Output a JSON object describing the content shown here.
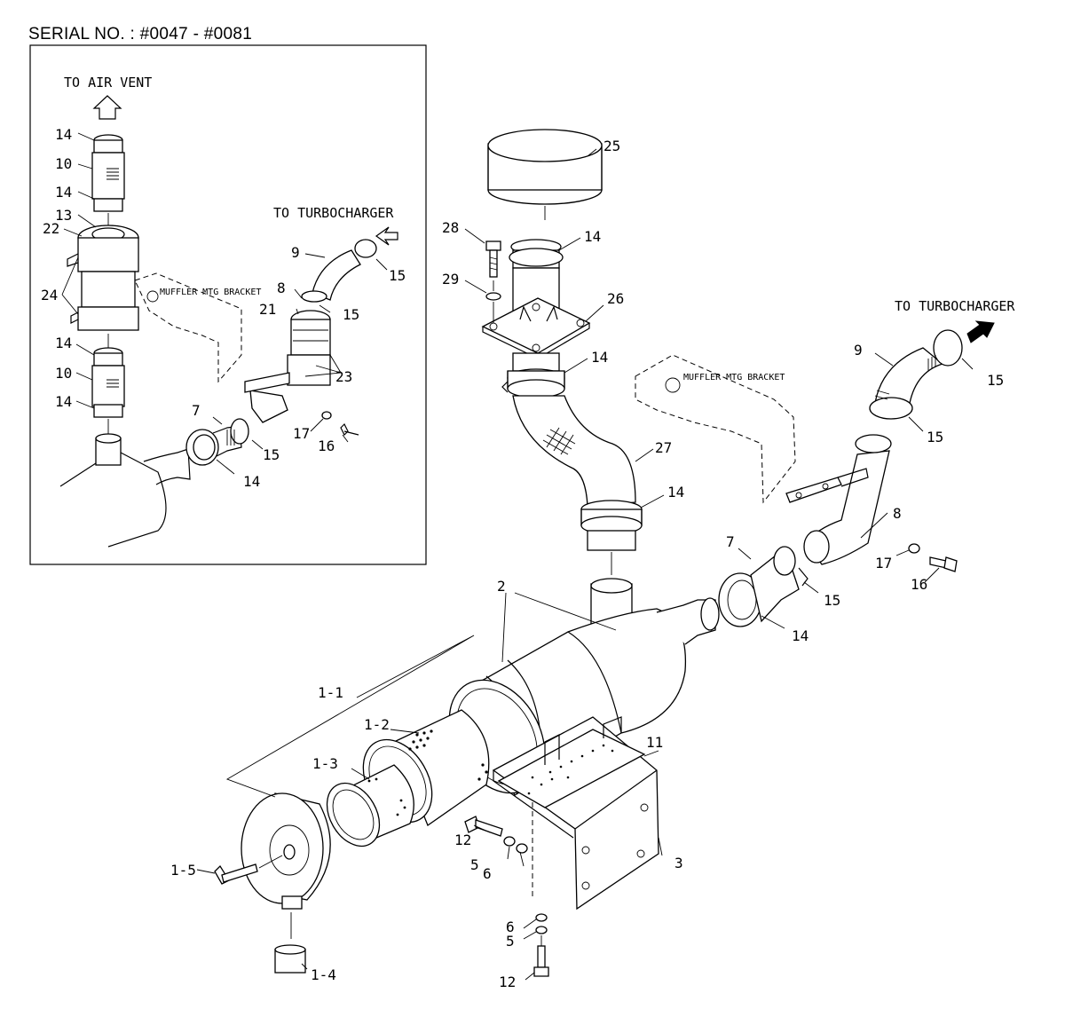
{
  "header": {
    "serial": "SERIAL NO. : #0047 - #0081"
  },
  "notes": {
    "to_air_vent": "TO AIR VENT",
    "to_turbo_inset": "TO TURBOCHARGER",
    "to_turbo_main": "TO TURBOCHARGER",
    "bracket_inset": "MUFFLER MTG BRACKET",
    "bracket_main": "MUFFLER MTG BRACKET"
  },
  "inset_callouts": {
    "c14a": "14",
    "c10a": "10",
    "c14b": "14",
    "c13": "13",
    "c22": "22",
    "c24": "24",
    "c14c": "14",
    "c10b": "10",
    "c14d": "14",
    "c9": "9",
    "c15a": "15",
    "c8": "8",
    "c21": "21",
    "c15b": "15",
    "c23": "23",
    "c7": "7",
    "c17": "17",
    "c16": "16",
    "c15c": "15",
    "c14e": "14"
  },
  "main_callouts": {
    "c25": "25",
    "c28": "28",
    "c14a": "14",
    "c29": "29",
    "c26": "26",
    "c14b": "14",
    "c27": "27",
    "c14c": "14",
    "c9": "9",
    "c15a": "15",
    "c15b": "15",
    "c8": "8",
    "c17": "17",
    "c16": "16",
    "c7": "7",
    "c15c": "15",
    "c14d": "14",
    "c2": "2",
    "c1_1": "1-1",
    "c1_2": "1-2",
    "c1_3": "1-3",
    "c11": "11",
    "c12a": "12",
    "c5a": "5",
    "c6a": "6",
    "c3": "3",
    "c1_5": "1-5",
    "c1_4": "1-4",
    "c6b": "6",
    "c5b": "5",
    "c12b": "12"
  }
}
